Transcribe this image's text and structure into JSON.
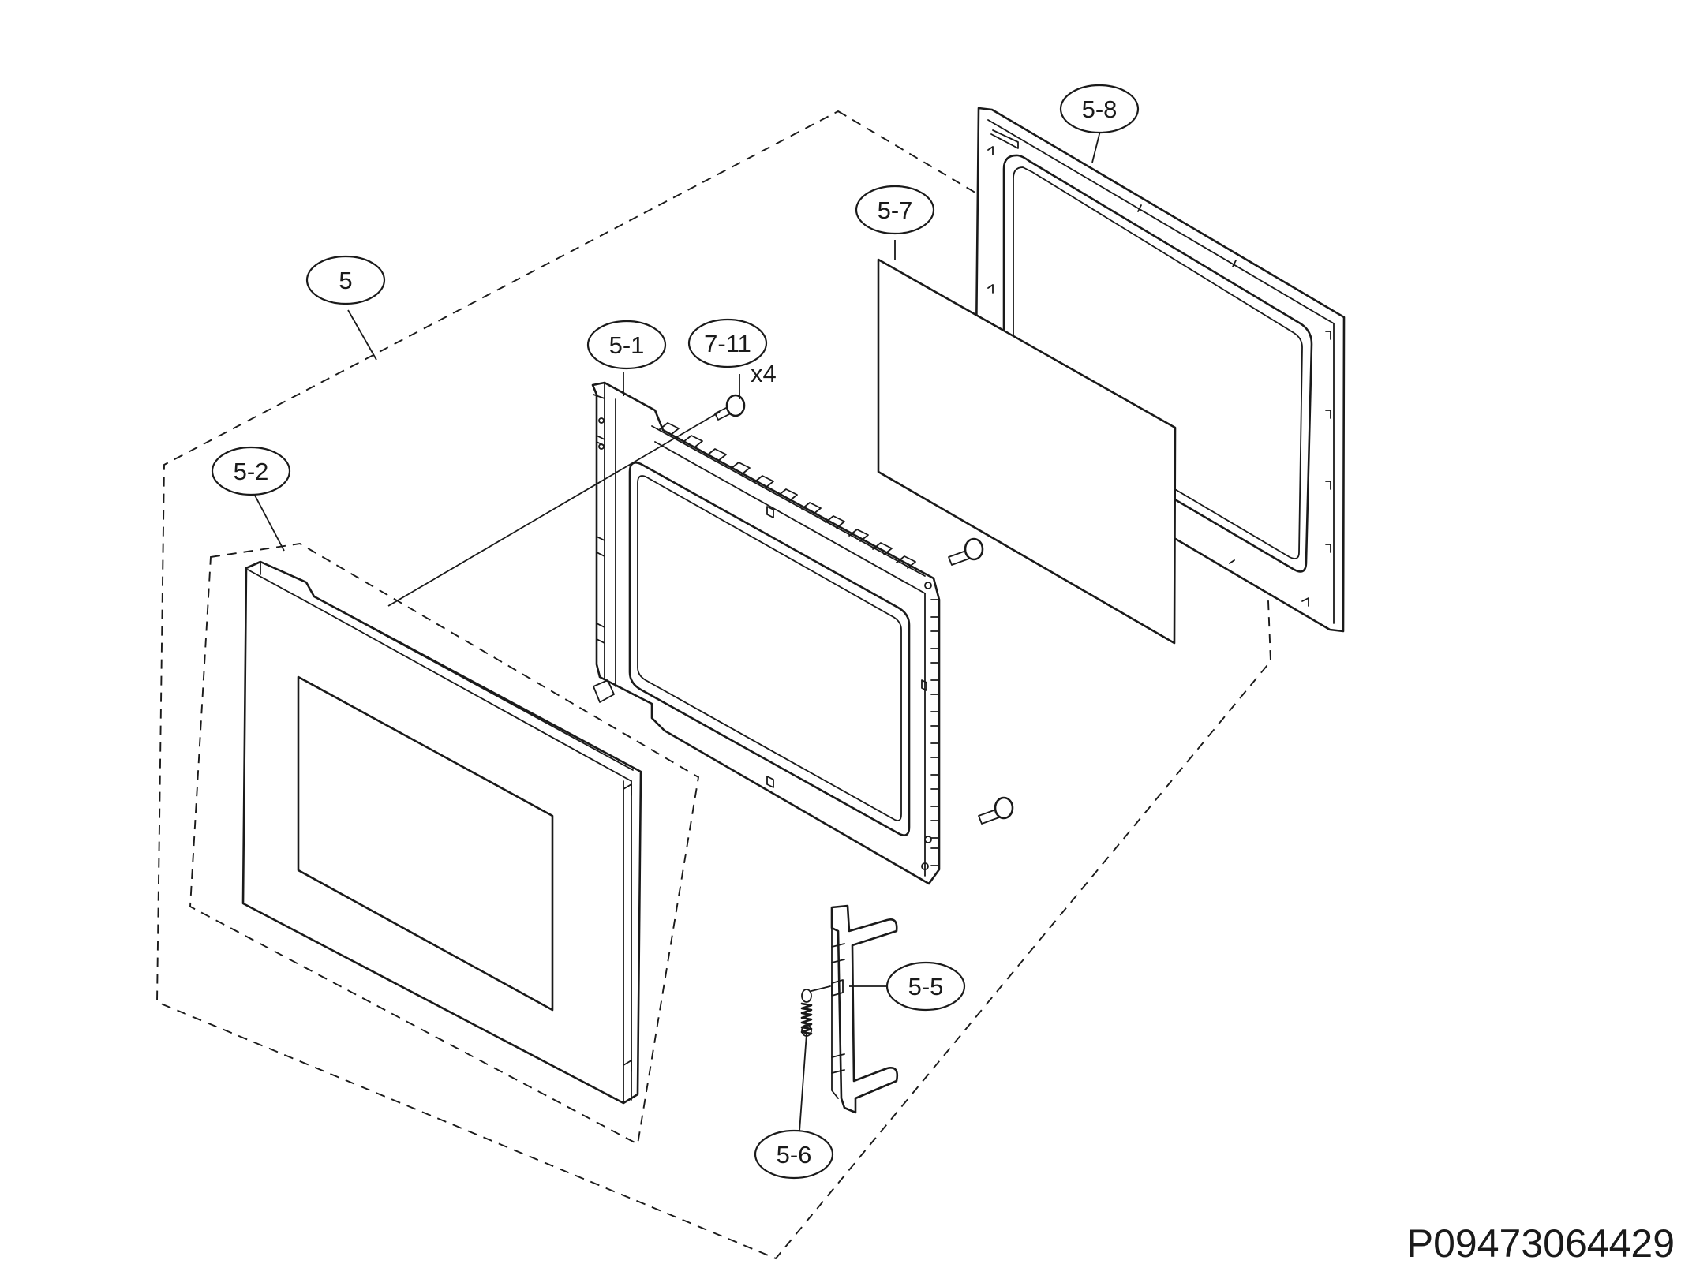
{
  "callouts": {
    "assembly": "5",
    "choke_frame": "5-1",
    "door_panel": "5-2",
    "latch_hook": "5-5",
    "latch_spring": "5-6",
    "door_screen": "5-7",
    "door_frame": "5-8",
    "screw": "7-11"
  },
  "screw_quantity": "x4",
  "drawing_code": "P09473064429"
}
